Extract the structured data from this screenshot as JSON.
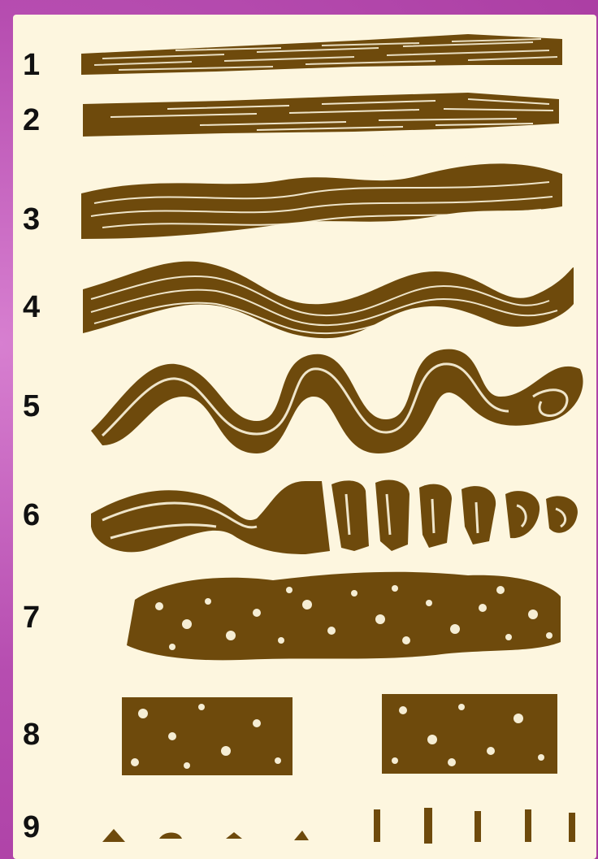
{
  "stages": [
    {
      "id": 1,
      "label": "1"
    },
    {
      "id": 2,
      "label": "2"
    },
    {
      "id": 3,
      "label": "3"
    },
    {
      "id": 4,
      "label": "4"
    },
    {
      "id": 5,
      "label": "5"
    },
    {
      "id": 6,
      "label": "6"
    },
    {
      "id": 7,
      "label": "7"
    },
    {
      "id": 8,
      "label": "8"
    },
    {
      "id": 9,
      "label": "9"
    }
  ],
  "colors": {
    "background": "#fdf6df",
    "ink": "#6e4a0c",
    "label": "#111111",
    "border": "#b64db0"
  }
}
